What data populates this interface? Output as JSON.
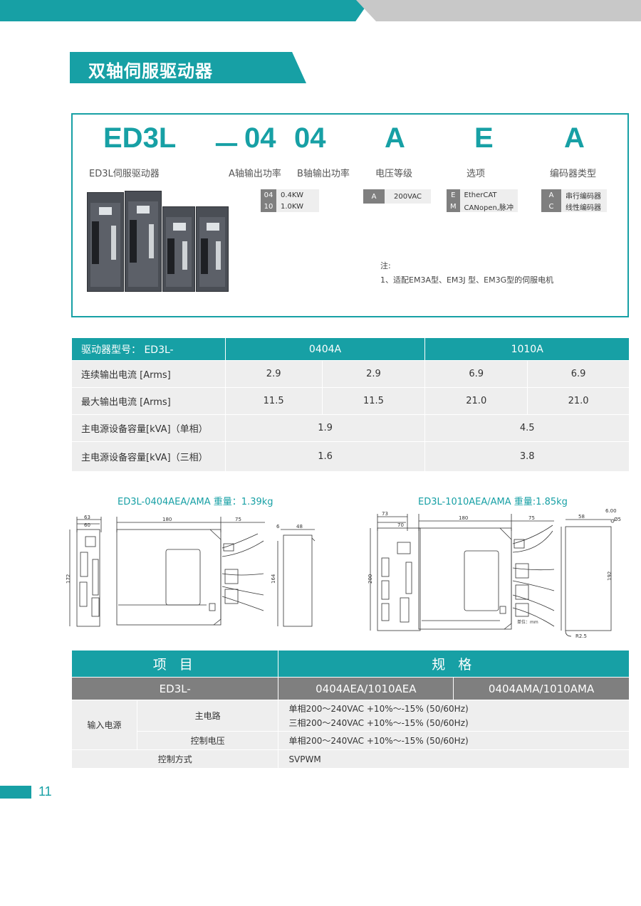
{
  "header": {
    "title": "双轴伺服驱动器"
  },
  "model_code": {
    "chars": [
      "ED3L",
      "－",
      "04",
      "04",
      "A",
      "E",
      "A"
    ],
    "labels": {
      "series": "ED3L伺服驱动器",
      "a_power": "A轴输出功率",
      "b_power": "B轴输出功率",
      "voltage": "电压等级",
      "option": "选项",
      "encoder": "编码器类型"
    },
    "power_options": [
      {
        "code": "04",
        "value": "0.4KW"
      },
      {
        "code": "10",
        "value": "1.0KW"
      }
    ],
    "voltage_options": [
      {
        "code": "A",
        "value": "200VAC"
      }
    ],
    "option_options": [
      {
        "code": "E",
        "value": "EtherCAT"
      },
      {
        "code": "M",
        "value": "CANopen,脉冲"
      }
    ],
    "encoder_options": [
      {
        "code": "A",
        "value": "串行编码器"
      },
      {
        "code": "C",
        "value": "线性编码器"
      }
    ],
    "note_title": "注:",
    "note_text": "1、适配EM3A型、EM3J 型、EM3G型的伺服电机"
  },
  "spec_table_1": {
    "header_label": "驱动器型号：  ED3L-",
    "models": [
      "0404A",
      "1010A"
    ],
    "rows": [
      {
        "label": "连续输出电流 [Arms]",
        "values": [
          "2.9",
          "2.9",
          "6.9",
          "6.9"
        ]
      },
      {
        "label": "最大输出电流 [Arms]",
        "values": [
          "11.5",
          "11.5",
          "21.0",
          "21.0"
        ]
      },
      {
        "label": "主电源设备容量[kVA]（单相）",
        "values": [
          "1.9",
          "4.5"
        ]
      },
      {
        "label": "主电源设备容量[kVA]（三相）",
        "values": [
          "1.6",
          "3.8"
        ]
      }
    ]
  },
  "drawings": {
    "left": {
      "title": "ED3L-0404AEA/AMA  重量：1.39kg",
      "dims": {
        "w63": "63",
        "w60": "60",
        "w180": "180",
        "w75": "75",
        "w6": "6",
        "w48": "48",
        "h172": "172",
        "h164": "164"
      }
    },
    "right": {
      "title": "ED3L-1010AEA/AMA   重量:1.85kg",
      "dims": {
        "w73": "73",
        "w70": "70",
        "w180": "180",
        "w75": "75",
        "w58": "58",
        "w600": "6.00",
        "d5": "Ø5",
        "h200": "200",
        "h192": "192",
        "r25": "R2.5",
        "unit": "单位：mm"
      }
    }
  },
  "spec_table_2": {
    "col_item": "项  目",
    "col_spec": "规  格",
    "model_label": "ED3L-",
    "variants": [
      "0404AEA/1010AEA",
      "0404AMA/1010AMA"
    ],
    "input_power": "输入电源",
    "main_circuit": "主电路",
    "main_circuit_specs": [
      "单相200～240VAC +10%～-15% (50/60Hz)",
      "三相200～240VAC +10%～-15% (50/60Hz)"
    ],
    "control_voltage": "控制电压",
    "control_voltage_spec": "单相200～240VAC +10%～-15% (50/60Hz)",
    "control_method": "控制方式",
    "control_method_spec": "SVPWM"
  },
  "footer": {
    "page": "11"
  },
  "colors": {
    "accent": "#17a0a5",
    "gray_header": "#7f7f7f",
    "cell": "#eeeeee"
  }
}
